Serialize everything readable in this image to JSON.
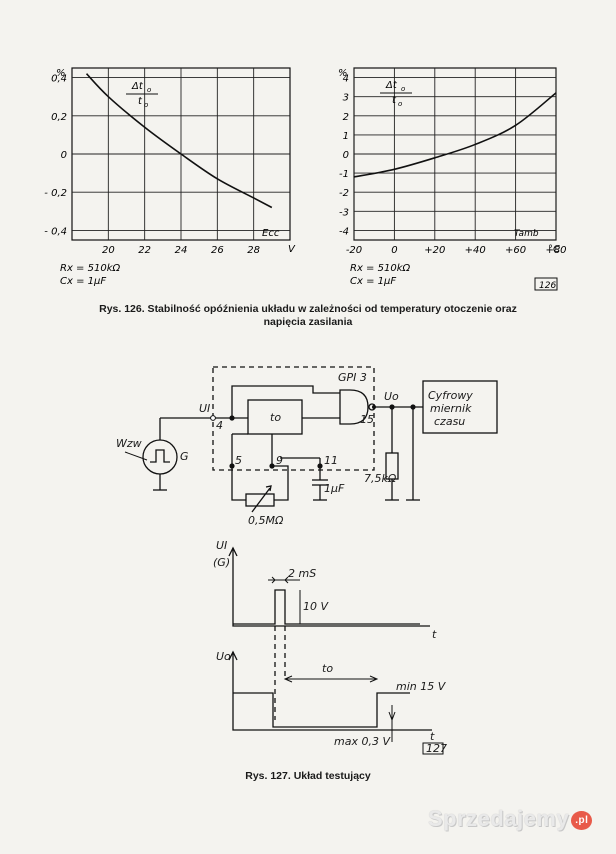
{
  "charts": {
    "chart_data": [
      {
        "type": "line",
        "ylabel": "%",
        "xlabel": "Ecc",
        "x_unit": "V",
        "formula_num": "Δt",
        "formula_num_sub": "o",
        "formula_den": "t",
        "formula_den_sub": "o",
        "xticks": [
          "20",
          "22",
          "24",
          "26",
          "28"
        ],
        "yticks": [
          "0,4",
          "0,2",
          "0",
          "- 0,2",
          "- 0,4"
        ],
        "xlim": [
          18,
          30
        ],
        "ylim": [
          -0.45,
          0.45
        ],
        "x": [
          18.8,
          20,
          22,
          24,
          26,
          28,
          29
        ],
        "y": [
          0.42,
          0.3,
          0.14,
          0.0,
          -0.13,
          -0.23,
          -0.28
        ],
        "params": [
          "Rx = 510kΩ",
          "Cx = 1μF"
        ]
      },
      {
        "type": "line",
        "ylabel": "%",
        "xlabel": "Tamb",
        "x_unit": "°C",
        "formula_num": "Δt",
        "formula_num_sub": "o",
        "formula_den": "t",
        "formula_den_sub": "o",
        "xticks": [
          "-20",
          "0",
          "+20",
          "+40",
          "+60",
          "+80"
        ],
        "yticks": [
          "4",
          "3",
          "2",
          "1",
          "0",
          "-1",
          "-2",
          "-3",
          "-4"
        ],
        "xlim": [
          -20,
          80
        ],
        "ylim": [
          -4.5,
          4.5
        ],
        "x": [
          -20,
          0,
          20,
          40,
          60,
          80
        ],
        "y": [
          -1.2,
          -0.8,
          -0.2,
          0.5,
          1.5,
          3.2
        ],
        "params": [
          "Rx = 510kΩ",
          "Cx = 1μF"
        ]
      }
    ]
  },
  "fig126": {
    "number": "126",
    "caption_line1": "Rys. 126. Stabilność opóźnienia układu w zależności od temperatury otoczenie oraz",
    "caption_line2": "napięcia zasilania"
  },
  "circuit": {
    "ic_label": "GPI 3",
    "to_label": "to",
    "ui_label": "UI",
    "uo_label": "Uo",
    "pin4": "4",
    "pin15": "15",
    "pin5": "5",
    "pin9": "9",
    "pin11": "11",
    "wzw_label": "Wzw",
    "gen_label": "G",
    "cap_label": "1μF",
    "pot_label": "0,5MΩ",
    "res_label": "7,5kΩ",
    "meter_line1": "Cyfrowy",
    "meter_line2": "miernik",
    "meter_line3": "czasu"
  },
  "timing": {
    "ui_label": "UI",
    "ui_sub": "(G)",
    "pulse_width": "2 mS",
    "pulse_amp": "10 V",
    "t_axis": "t",
    "uo_label": "Uo",
    "to_label": "to",
    "min_label": "min 15 V",
    "max_label": "max 0,3 V",
    "t_axis2": "t",
    "fig_no": "127"
  },
  "fig127": {
    "caption": "Rys. 127. Układ testujący"
  },
  "watermark": {
    "text": "Sprzedajemy",
    "suffix": ".pl"
  }
}
